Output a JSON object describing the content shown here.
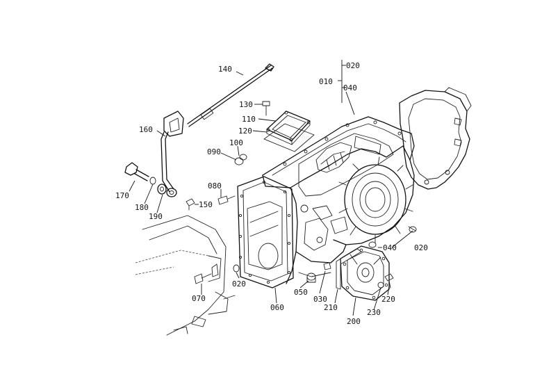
{
  "diagram": {
    "callouts": [
      {
        "id": "c010",
        "text": "010"
      },
      {
        "id": "c020a",
        "text": "020"
      },
      {
        "id": "c040a",
        "text": "040"
      },
      {
        "id": "c140",
        "text": "140"
      },
      {
        "id": "c130",
        "text": "130"
      },
      {
        "id": "c110",
        "text": "110"
      },
      {
        "id": "c120",
        "text": "120"
      },
      {
        "id": "c160",
        "text": "160"
      },
      {
        "id": "c100",
        "text": "100"
      },
      {
        "id": "c090",
        "text": "090"
      },
      {
        "id": "c170",
        "text": "170"
      },
      {
        "id": "c180",
        "text": "180"
      },
      {
        "id": "c190",
        "text": "190"
      },
      {
        "id": "c080",
        "text": "080"
      },
      {
        "id": "c150",
        "text": "150"
      },
      {
        "id": "c020b",
        "text": "020"
      },
      {
        "id": "c040b",
        "text": "040"
      },
      {
        "id": "c020c",
        "text": "020"
      },
      {
        "id": "c070",
        "text": "070"
      },
      {
        "id": "c060",
        "text": "060"
      },
      {
        "id": "c050",
        "text": "050"
      },
      {
        "id": "c030",
        "text": "030"
      },
      {
        "id": "c210",
        "text": "210"
      },
      {
        "id": "c200",
        "text": "200"
      },
      {
        "id": "c230",
        "text": "230"
      },
      {
        "id": "c220",
        "text": "220"
      }
    ]
  }
}
